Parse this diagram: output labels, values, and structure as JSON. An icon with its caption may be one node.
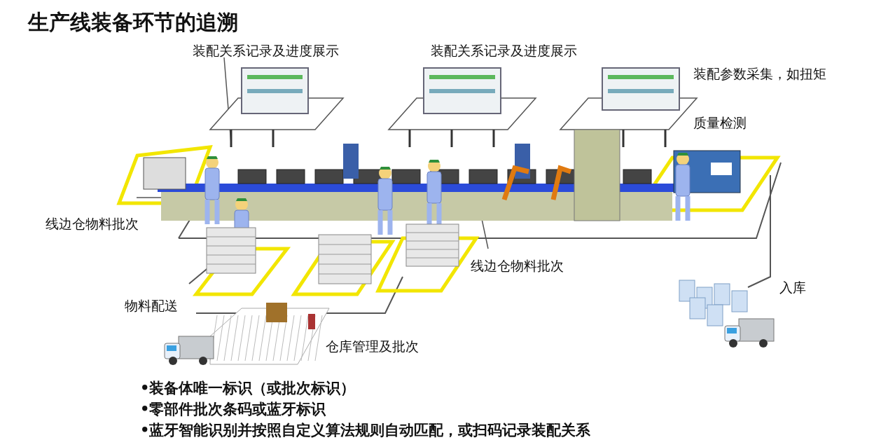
{
  "diagram": {
    "title": "生产线装备环节的追溯",
    "labels": [
      "装配关系记录及进度展示",
      "装配关系记录及进度展示",
      "装配参数采集，如扭矩",
      "质量检测",
      "线边仓物料批次",
      "线边仓物料批次",
      "入库",
      "物料配送",
      "仓库管理及批次",
      "•装备体唯一标识（或批次标识）",
      "•零部件批次条码或蓝牙标识",
      "•蓝牙智能识别并按照自定义算法规则自动匹配，或扫码记录装配关系"
    ]
  }
}
